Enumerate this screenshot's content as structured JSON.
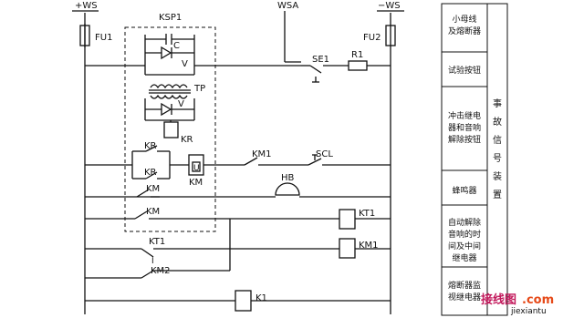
{
  "bus_labels": {
    "pos": "+WS",
    "mid": "WSA",
    "neg": "−WS"
  },
  "components": {
    "fu1": "FU1",
    "fu2": "FU2",
    "ksp1": "KSP1",
    "c": "C",
    "v1": "V",
    "v2": "V",
    "tp": "TP",
    "kr_coil": "KR",
    "kr1": "KR",
    "kr2": "KR",
    "km_coil_u": "U",
    "km_coil": "KM",
    "km1_contact": "KM1",
    "scl": "SCL",
    "hb": "HB",
    "se1": "SE1",
    "r1": "R1",
    "km_a": "KM",
    "km_b": "KM",
    "kt1_coil": "KT1",
    "kt1_contact": "KT1",
    "kt1_symbol": "Ⅰ",
    "km1_coil": "KM1",
    "km2": "KM2",
    "k1": "K1"
  },
  "table": {
    "side_label": [
      "事",
      "故",
      "信",
      "号",
      "装",
      "置"
    ],
    "rows": [
      [
        "小母线",
        "及熔断器"
      ],
      [
        "试验按钮"
      ],
      [
        "冲击继电",
        "器和音响",
        "解除按钮"
      ],
      [
        "蜂鸣器"
      ],
      [
        "自动解除",
        "音响的时",
        "间及中间",
        "继电器"
      ],
      [
        "熔断器监",
        "视继电器"
      ]
    ]
  },
  "watermark": {
    "text": "接线图",
    "suffix": ".com",
    "url": "jiexiantu"
  }
}
